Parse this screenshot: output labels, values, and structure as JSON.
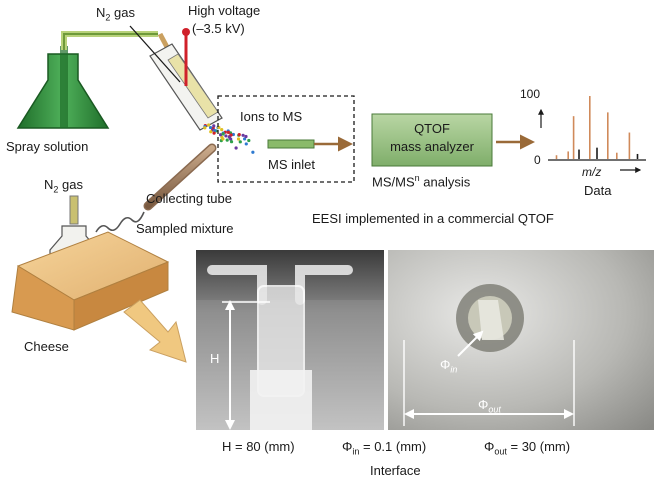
{
  "top": {
    "n2_gas_top": "N",
    "n2_sub": "2",
    "gas_word": " gas",
    "high_voltage": "High voltage",
    "voltage_value": "(–3.5 kV)",
    "spray_solution": "Spray solution",
    "n2_gas_left": "N",
    "collecting_tube": "Collecting tube",
    "sampled_mixture": "Sampled mixture",
    "ions_to_ms": "Ions to MS",
    "ms_inlet": "MS inlet",
    "qtof_line1": "QTOF",
    "qtof_line2": "mass analyzer",
    "ms_analysis_pre": "MS/MS",
    "ms_analysis_sup": "n",
    "ms_analysis_post": " analysis",
    "spectrum_y_max": "100",
    "spectrum_y_min": "0",
    "spectrum_x_label": "m/z",
    "data_label": "Data",
    "eesi_caption": "EESI implemented in a commercial QTOF",
    "cheese": "Cheese"
  },
  "bottom": {
    "h_marker": "H",
    "phi_in_marker": "Φ",
    "in_sub": "in",
    "phi_out_marker": "Φ",
    "out_sub": "out",
    "h_value": "H = 80 (mm)",
    "phi_in_value": " = 0.1 (mm)",
    "phi_out_value": " = 30 (mm)",
    "interface": "Interface"
  },
  "colors": {
    "flask_green": "#2e8b3c",
    "tube_green": "#9cc06a",
    "qtof_green": "#9cc286",
    "arrow_brown": "#9a6a38",
    "hv_red": "#d0202a",
    "cheese": "#e8b870",
    "spectrum_peak": "#d08a5a"
  },
  "spectrum": {
    "peaks": [
      {
        "mz": 0.05,
        "intensity": 0.06,
        "color": "#d08a5a"
      },
      {
        "mz": 0.18,
        "intensity": 0.12,
        "color": "#d08a5a"
      },
      {
        "mz": 0.24,
        "intensity": 0.68,
        "color": "#d08a5a"
      },
      {
        "mz": 0.3,
        "intensity": 0.15,
        "color": "#1a1a1a"
      },
      {
        "mz": 0.42,
        "intensity": 1.0,
        "color": "#d08a5a"
      },
      {
        "mz": 0.5,
        "intensity": 0.18,
        "color": "#1a1a1a"
      },
      {
        "mz": 0.62,
        "intensity": 0.74,
        "color": "#d08a5a"
      },
      {
        "mz": 0.72,
        "intensity": 0.1,
        "color": "#d08a5a"
      },
      {
        "mz": 0.86,
        "intensity": 0.42,
        "color": "#d08a5a"
      },
      {
        "mz": 0.95,
        "intensity": 0.08,
        "color": "#1a1a1a"
      }
    ]
  }
}
